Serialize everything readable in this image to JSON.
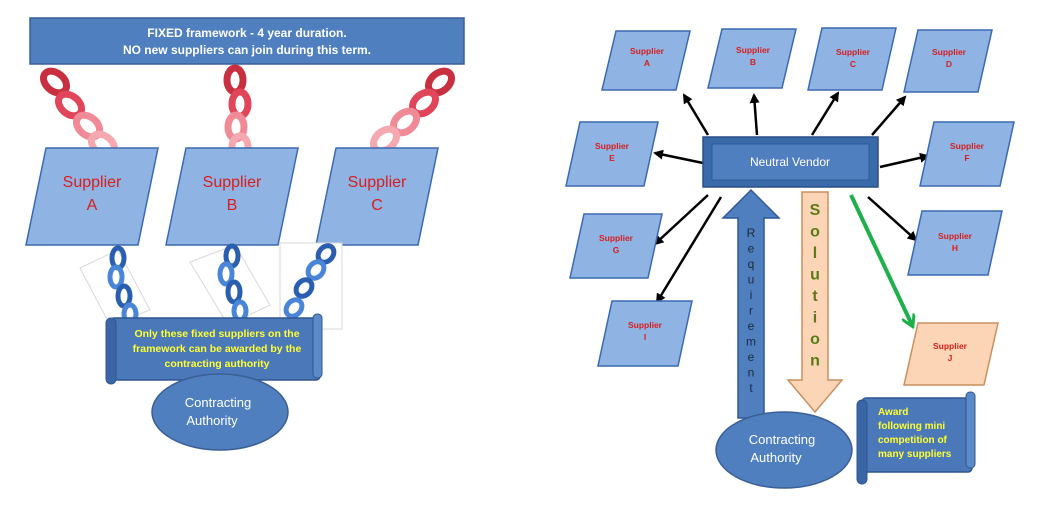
{
  "left": {
    "banner_line1": "FIXED framework - 4 year duration.",
    "banner_line2": "NO new suppliers can join during this term.",
    "suppliers": [
      {
        "name": "Supplier",
        "letter": "A"
      },
      {
        "name": "Supplier",
        "letter": "B"
      },
      {
        "name": "Supplier",
        "letter": "C"
      }
    ],
    "scroll_line1": "Only these  fixed suppliers on the",
    "scroll_line2": "framework can be awarded by the",
    "scroll_line3": "contracting authority",
    "authority_line1": "Contracting",
    "authority_line2": "Authority"
  },
  "right": {
    "vendor": "Neutral Vendor",
    "suppliers": [
      {
        "name": "Supplier",
        "letter": "A"
      },
      {
        "name": "Supplier",
        "letter": "B"
      },
      {
        "name": "Supplier",
        "letter": "C"
      },
      {
        "name": "Supplier",
        "letter": "D"
      },
      {
        "name": "Supplier",
        "letter": "E"
      },
      {
        "name": "Supplier",
        "letter": "F"
      },
      {
        "name": "Supplier",
        "letter": "G"
      },
      {
        "name": "Supplier",
        "letter": "H"
      },
      {
        "name": "Supplier",
        "letter": "I"
      },
      {
        "name": "Supplier",
        "letter": "J"
      }
    ],
    "requirement_letters": [
      "R",
      "e",
      "q",
      "u",
      "i",
      "r",
      "e",
      "m",
      "e",
      "n",
      "t"
    ],
    "solution_letters": [
      "S",
      "o",
      "l",
      "u",
      "t",
      "i",
      "o",
      "n"
    ],
    "authority_line1": "Contracting",
    "authority_line2": "Authority",
    "award_line1": "Award",
    "award_line2": "following mini",
    "award_line3": "competition of",
    "award_line4": "many suppliers"
  },
  "colors": {
    "banner": "#4f7fbf",
    "supplier_fill": "#8fb3e3",
    "supplier_selected": "#fbd5b5",
    "chain_red": "#e0455a",
    "chain_blue": "#2a5fb0",
    "arrow_green": "#1eb04a",
    "solution_arrow": "#fbd5b5"
  }
}
